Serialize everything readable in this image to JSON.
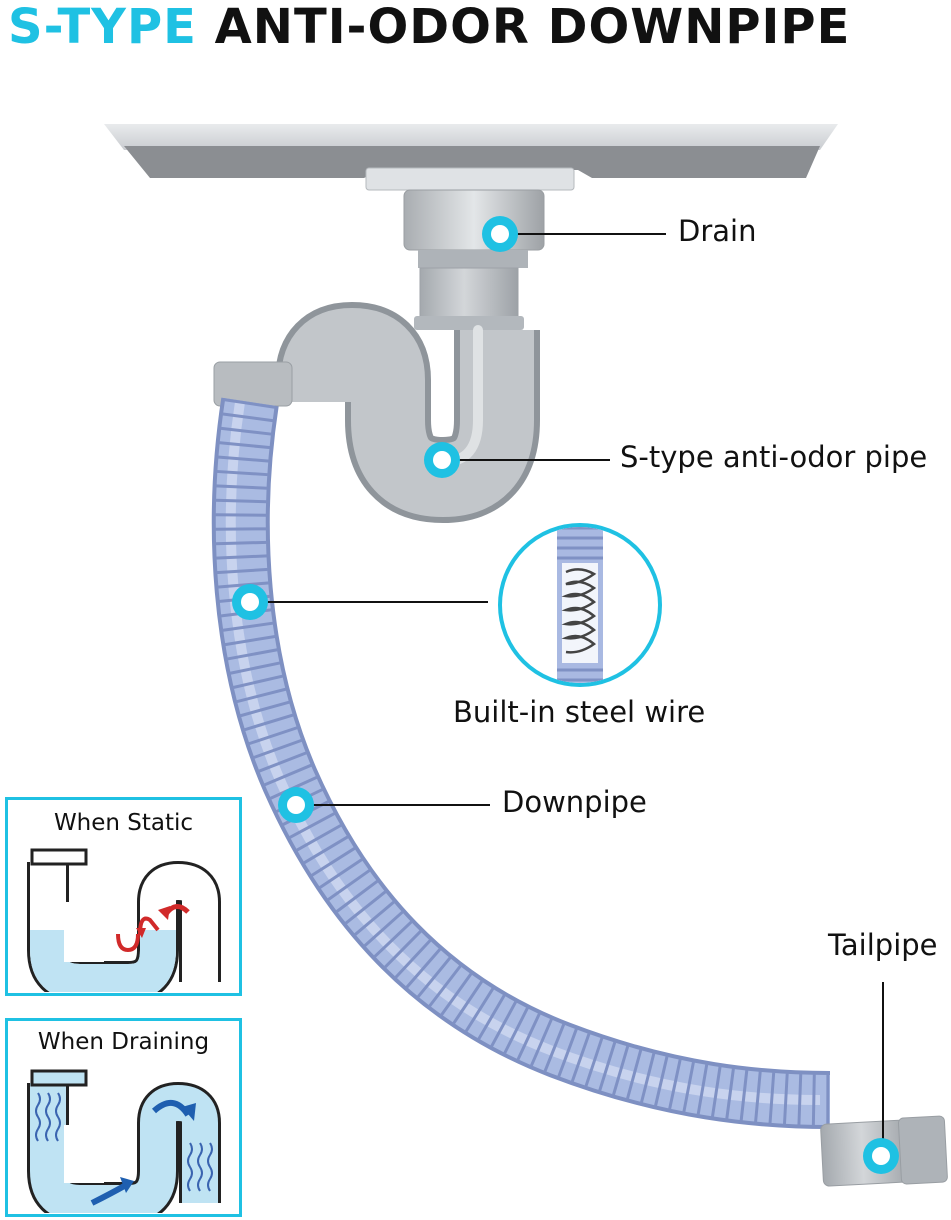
{
  "title": {
    "accent_text": "S-TYPE",
    "main_text": "ANTI-ODOR DOWNPIPE"
  },
  "colors": {
    "accent": "#1fc1e3",
    "hose": "#a9b9e2",
    "hose_dark": "#8597c8",
    "plastic": "#b9bec2",
    "sink": "#8c8f93",
    "water": "#bfe3f3",
    "arrow_red": "#d12a2a",
    "arrow_blue": "#1f5fb0"
  },
  "callouts": {
    "drain": "Drain",
    "s_type_pipe": "S-type anti-odor pipe",
    "steel_wire": "Built-in steel wire",
    "downpipe": "Downpipe",
    "tailpipe": "Tailpipe"
  },
  "insets": {
    "static": {
      "title": "When Static"
    },
    "draining": {
      "title": "When Draining"
    }
  }
}
